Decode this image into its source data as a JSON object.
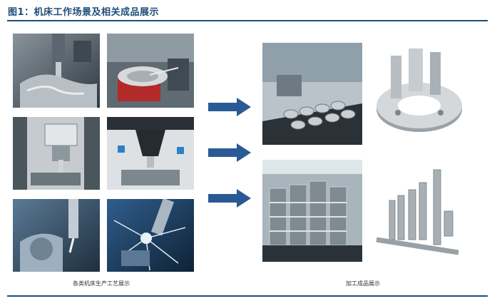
{
  "figure": {
    "title": "图1：机床工作场景及相关成品展示"
  },
  "captions": {
    "left": "各类机床生产工艺展示",
    "right": "加工成品展示"
  },
  "colors": {
    "title_blue": "#1f4e79",
    "arrow_blue": "#2a5a96"
  },
  "left_photos": [
    {
      "name": "milling-head-photo"
    },
    {
      "name": "lathe-chuck-photo"
    },
    {
      "name": "cnc-spindle-photo"
    },
    {
      "name": "machining-center-photo"
    },
    {
      "name": "coolant-milling-photo"
    },
    {
      "name": "coolant-spray-photo"
    }
  ],
  "right_photos": [
    {
      "name": "machined-parts-tray-photo"
    },
    {
      "name": "metal-ring-part-photo"
    },
    {
      "name": "stacked-parts-photo"
    },
    {
      "name": "shaft-parts-photo"
    }
  ]
}
